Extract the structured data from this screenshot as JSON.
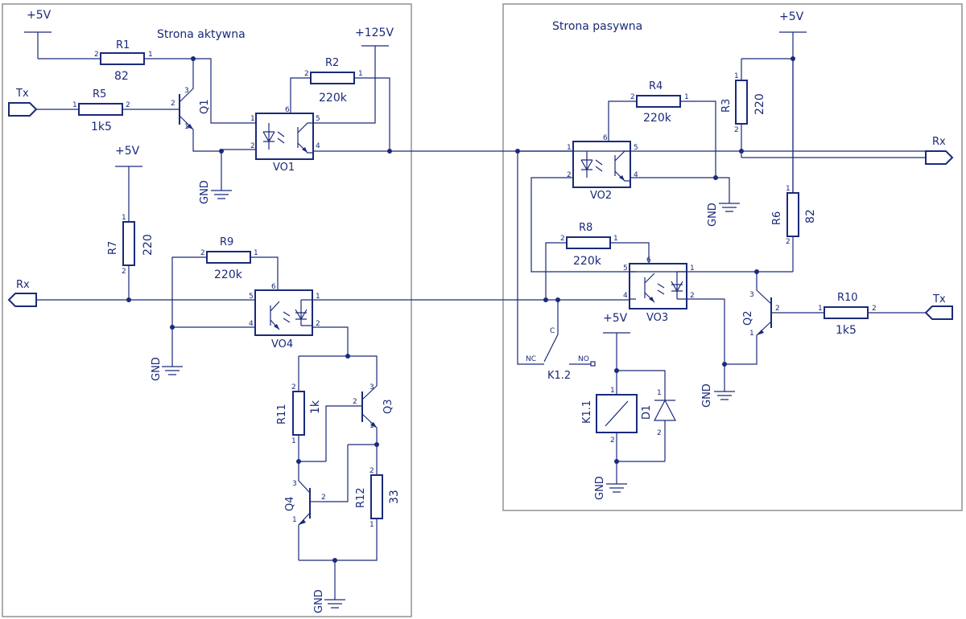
{
  "sections": {
    "active": "Strona aktywna",
    "passive": "Strona pasywna"
  },
  "rails": {
    "v5": "+5V",
    "v125": "+125V",
    "gnd": "GND"
  },
  "ports": {
    "tx": "Tx",
    "rx": "Rx"
  },
  "components": {
    "R1": {
      "name": "R1",
      "value": "82"
    },
    "R2": {
      "name": "R2",
      "value": "220k"
    },
    "R3": {
      "name": "R3",
      "value": "220"
    },
    "R4": {
      "name": "R4",
      "value": "220k"
    },
    "R5": {
      "name": "R5",
      "value": "1k5"
    },
    "R6": {
      "name": "R6",
      "value": "82"
    },
    "R7": {
      "name": "R7",
      "value": "220"
    },
    "R8": {
      "name": "R8",
      "value": "220k"
    },
    "R9": {
      "name": "R9",
      "value": "220k"
    },
    "R10": {
      "name": "R10",
      "value": "1k5"
    },
    "R11": {
      "name": "R11",
      "value": "1k"
    },
    "R12": {
      "name": "R12",
      "value": "33"
    },
    "Q1": "Q1",
    "Q2": "Q2",
    "Q3": "Q3",
    "Q4": "Q4",
    "VO1": "VO1",
    "VO2": "VO2",
    "VO3": "VO3",
    "VO4": "VO4",
    "K11": "K1.1",
    "K12": "K1.2",
    "D1": "D1"
  },
  "relay_contacts": {
    "common": "C",
    "nc": "NC",
    "no": "NO"
  }
}
